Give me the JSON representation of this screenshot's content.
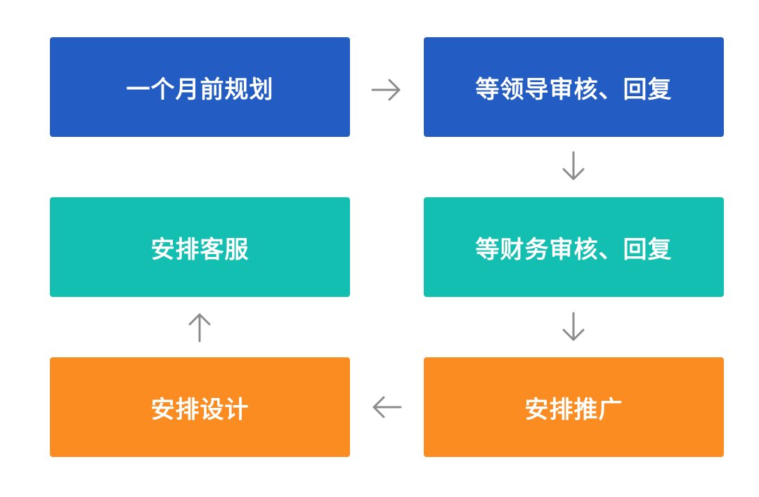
{
  "steps": {
    "plan": {
      "label": "一个月前规划",
      "color": "#235cc2"
    },
    "leader_review": {
      "label": "等领导审核、回复",
      "color": "#235cc2"
    },
    "finance_review": {
      "label": "等财务审核、回复",
      "color": "#12bfb0"
    },
    "customer_service": {
      "label": "安排客服",
      "color": "#12bfb0"
    },
    "promotion": {
      "label": "安排推广",
      "color": "#fb8c21"
    },
    "design": {
      "label": "安排设计",
      "color": "#fb8c21"
    }
  },
  "arrows": {
    "color": "#8c8c8c",
    "right": "arrow-right-icon",
    "down": "arrow-down-icon",
    "left": "arrow-left-icon",
    "up": "arrow-up-icon"
  }
}
